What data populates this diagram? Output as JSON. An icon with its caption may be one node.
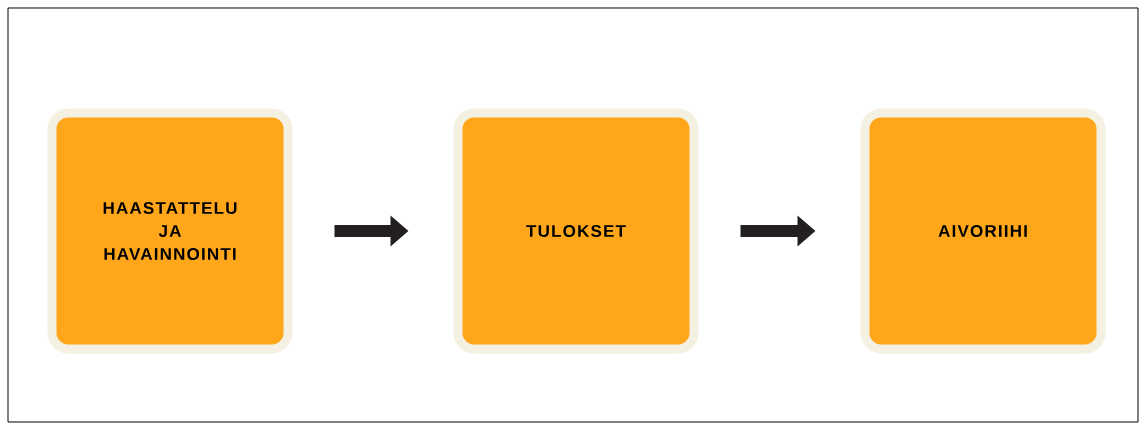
{
  "diagram": {
    "nodes": [
      {
        "text": [
          "HAASTATTELU JA HAVAINNOINTI"
        ]
      },
      {
        "text": [
          "TULOKSET"
        ]
      },
      {
        "text": [
          "AIVORIIHI"
        ]
      }
    ],
    "edges": [
      {
        "from": 0,
        "to": 1,
        "arrow": "to"
      },
      {
        "from": 1,
        "to": 2,
        "arrow": "to"
      }
    ]
  }
}
